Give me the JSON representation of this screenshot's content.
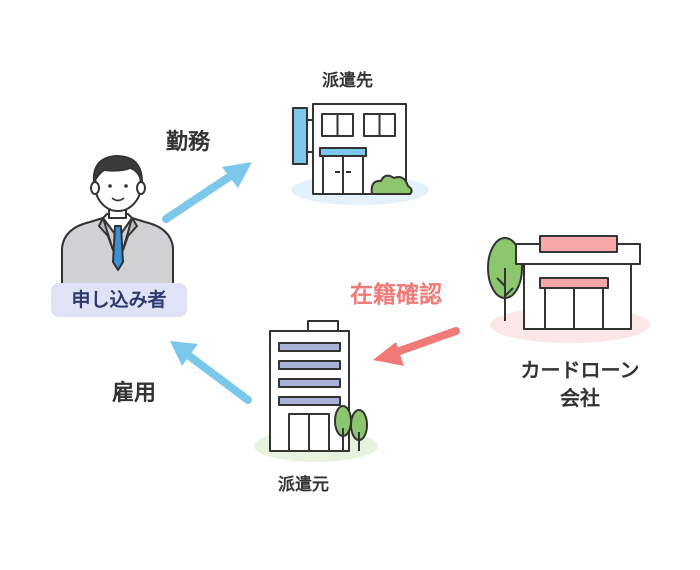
{
  "nodes": {
    "applicant": {
      "label": "申し込み者"
    },
    "dispatch_destination": {
      "label": "派遣先"
    },
    "dispatch_source": {
      "label": "派遣元"
    },
    "loan_company": {
      "label_line1": "カードローン",
      "label_line2": "会社"
    }
  },
  "edges": {
    "work": {
      "label": "勤務"
    },
    "employment": {
      "label": "雇用"
    },
    "verification": {
      "label": "在籍確認"
    }
  },
  "colors": {
    "arrow_blue": "#7cc8ea",
    "arrow_pink": "#f07a78",
    "applicant_badge": "#dfe3f5",
    "ground_blue": "#e3f1fb",
    "ground_green": "#e6f3de",
    "ground_pink": "#fbe6e8",
    "tree_green": "#8cc66f"
  }
}
